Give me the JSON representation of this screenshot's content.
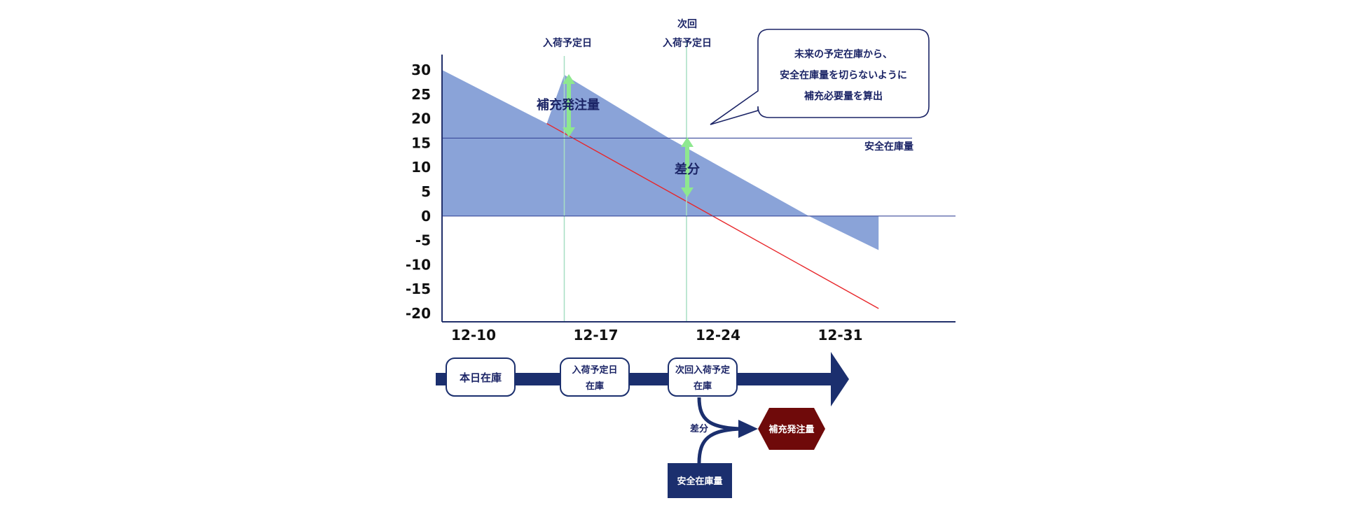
{
  "chart_data": {
    "type": "area",
    "y_ticks": [
      "30",
      "25",
      "20",
      "15",
      "10",
      "5",
      "0",
      "-5",
      "-10",
      "-15",
      "-20"
    ],
    "ylim": [
      -20,
      30
    ],
    "x_ticks": [
      "12-10",
      "12-17",
      "12-24",
      "12-31"
    ],
    "safety_stock_value": 16,
    "safety_stock_label": "安全在庫量",
    "series": [
      {
        "values_x": [
          "12-10",
          "12-16",
          "12-17",
          "12-23",
          "12-31",
          "12-35"
        ],
        "values": [
          30,
          19,
          29,
          16,
          0,
          -7
        ]
      },
      {
        "values_x": [
          "12-16",
          "12-35"
        ],
        "values": [
          19,
          -19
        ]
      }
    ],
    "grid": false
  },
  "annotations": {
    "arrival_label": "入荷予定日",
    "next_label_line1": "次回",
    "next_label_line2": "入荷予定日",
    "reorder_qty_label": "補充発注量",
    "difference_label": "差分",
    "callout_line1": "未来の予定在庫から、",
    "callout_line2": "安全在庫量を切らないように",
    "callout_line3": "補充必要量を算出"
  },
  "timeline": {
    "box_today": "本日在庫",
    "box_arrival_line1": "入荷予定日",
    "box_arrival_line2": "在庫",
    "box_next_line1": "次回入荷予定",
    "box_next_line2": "在庫",
    "difference_label": "差分",
    "result_label": "補充発注量",
    "safety_box_label": "安全在庫量"
  },
  "colors": {
    "area_fill": "#8aa3d8",
    "axis": "#22306b",
    "red_line": "#e8262a",
    "vertical_guides": "#a7dfc4",
    "green_arrow": "#8ee88f",
    "navy": "#1b2f6e",
    "dark_red_hex": "#6f0a0a"
  }
}
